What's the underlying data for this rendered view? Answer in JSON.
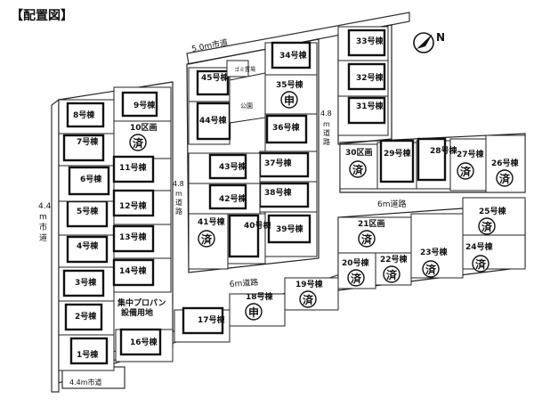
{
  "title": "【配置図】",
  "roads": {
    "north_5m": "5.0m市道",
    "west_44": "4.4m市道",
    "bottom_44": "4.4m市道",
    "inner_48a": "4.8m道路",
    "inner_48b": "4.8m道路",
    "south_6m": "6m道路",
    "east_6m": "6m道路"
  },
  "facilities": {
    "garbage": "ゴミ置場",
    "park": "公園",
    "propane": "集中プロパン設備用地",
    "propane_line1": "集中プロパン",
    "propane_line2": "設備用地"
  },
  "compass": "N",
  "badges": {
    "sold": "済",
    "applied": "申"
  },
  "lots": [
    {
      "id": "1",
      "label": "1号棟",
      "status": ""
    },
    {
      "id": "2",
      "label": "2号棟",
      "status": ""
    },
    {
      "id": "3",
      "label": "3号棟",
      "status": ""
    },
    {
      "id": "4",
      "label": "4号棟",
      "status": ""
    },
    {
      "id": "5",
      "label": "5号棟",
      "status": ""
    },
    {
      "id": "6",
      "label": "6号棟",
      "status": ""
    },
    {
      "id": "7",
      "label": "7号棟",
      "status": ""
    },
    {
      "id": "8",
      "label": "8号棟",
      "status": ""
    },
    {
      "id": "9",
      "label": "9号棟",
      "status": ""
    },
    {
      "id": "10",
      "label": "10区画",
      "status": "済"
    },
    {
      "id": "11",
      "label": "11号棟",
      "status": ""
    },
    {
      "id": "12",
      "label": "12号棟",
      "status": ""
    },
    {
      "id": "13",
      "label": "13号棟",
      "status": ""
    },
    {
      "id": "14",
      "label": "14号棟",
      "status": ""
    },
    {
      "id": "16",
      "label": "16号棟",
      "status": ""
    },
    {
      "id": "17",
      "label": "17号棟",
      "status": ""
    },
    {
      "id": "18",
      "label": "18号棟",
      "status": "申"
    },
    {
      "id": "19",
      "label": "19号棟",
      "status": "済"
    },
    {
      "id": "20",
      "label": "20号棟",
      "status": "済"
    },
    {
      "id": "21",
      "label": "21区画",
      "status": "済"
    },
    {
      "id": "22",
      "label": "22号棟",
      "status": "済"
    },
    {
      "id": "23",
      "label": "23号棟",
      "status": "済"
    },
    {
      "id": "24",
      "label": "24号棟",
      "status": "済"
    },
    {
      "id": "25",
      "label": "25号棟",
      "status": "済"
    },
    {
      "id": "26",
      "label": "26号棟",
      "status": "済"
    },
    {
      "id": "27",
      "label": "27号棟",
      "status": "済"
    },
    {
      "id": "28",
      "label": "28号棟",
      "status": ""
    },
    {
      "id": "29",
      "label": "29号棟",
      "status": ""
    },
    {
      "id": "30",
      "label": "30区画",
      "status": "済"
    },
    {
      "id": "31",
      "label": "31号棟",
      "status": ""
    },
    {
      "id": "32",
      "label": "32号棟",
      "status": ""
    },
    {
      "id": "33",
      "label": "33号棟",
      "status": ""
    },
    {
      "id": "34",
      "label": "34号棟",
      "status": ""
    },
    {
      "id": "35",
      "label": "35号棟",
      "status": "申"
    },
    {
      "id": "36",
      "label": "36号棟",
      "status": ""
    },
    {
      "id": "37",
      "label": "37号棟",
      "status": ""
    },
    {
      "id": "38",
      "label": "38号棟",
      "status": ""
    },
    {
      "id": "39",
      "label": "39号棟",
      "status": ""
    },
    {
      "id": "40",
      "label": "40号棟",
      "status": ""
    },
    {
      "id": "41",
      "label": "41号棟",
      "status": "済"
    },
    {
      "id": "42",
      "label": "42号棟",
      "status": ""
    },
    {
      "id": "43",
      "label": "43号棟",
      "status": ""
    },
    {
      "id": "44",
      "label": "44号棟",
      "status": ""
    },
    {
      "id": "45",
      "label": "45号棟",
      "status": ""
    }
  ]
}
